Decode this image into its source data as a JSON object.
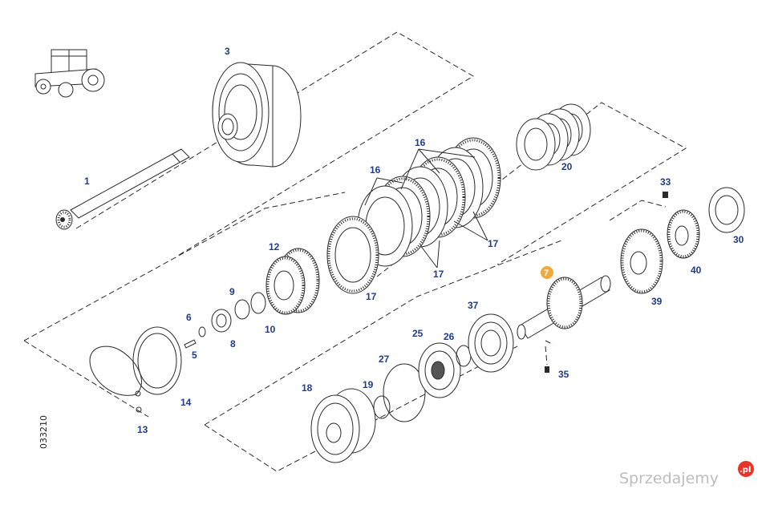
{
  "drawing_id": "033210",
  "highlighted_part": "7",
  "highlight_color": "#f2a93b",
  "label_color": "#1f3c8a",
  "parts": {
    "p1": "1",
    "p3": "3",
    "p5": "5",
    "p6": "6",
    "p7": "7",
    "p8": "8",
    "p9": "9",
    "p10": "10",
    "p12": "12",
    "p13": "13",
    "p14": "14",
    "p16a": "16",
    "p16b": "16",
    "p17a": "17",
    "p17b": "17",
    "p17c": "17",
    "p18": "18",
    "p19": "19",
    "p20": "20",
    "p25": "25",
    "p26": "26",
    "p27": "27",
    "p30": "30",
    "p33": "33",
    "p35": "35",
    "p37": "37",
    "p39": "39",
    "p40": "40"
  },
  "watermark": {
    "text": "Sprzedajemy",
    "badge": ".pl",
    "badge_color": "#e8332a"
  }
}
